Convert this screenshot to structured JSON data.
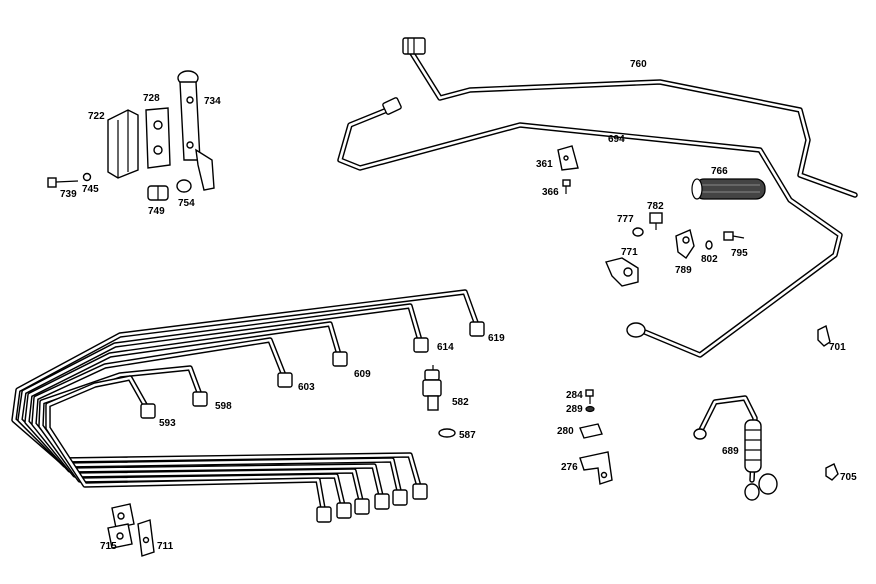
{
  "parts": [
    {
      "id": "p760",
      "label": "760"
    },
    {
      "id": "p694",
      "label": "694"
    },
    {
      "id": "p722",
      "label": "722"
    },
    {
      "id": "p728",
      "label": "728"
    },
    {
      "id": "p734",
      "label": "734"
    },
    {
      "id": "p739",
      "label": "739"
    },
    {
      "id": "p745",
      "label": "745"
    },
    {
      "id": "p749",
      "label": "749"
    },
    {
      "id": "p754",
      "label": "754"
    },
    {
      "id": "p361",
      "label": "361"
    },
    {
      "id": "p366",
      "label": "366"
    },
    {
      "id": "p766",
      "label": "766"
    },
    {
      "id": "p777",
      "label": "777"
    },
    {
      "id": "p782",
      "label": "782"
    },
    {
      "id": "p771",
      "label": "771"
    },
    {
      "id": "p789",
      "label": "789"
    },
    {
      "id": "p802",
      "label": "802"
    },
    {
      "id": "p795",
      "label": "795"
    },
    {
      "id": "p614",
      "label": "614"
    },
    {
      "id": "p619",
      "label": "619"
    },
    {
      "id": "p603",
      "label": "603"
    },
    {
      "id": "p609",
      "label": "609"
    },
    {
      "id": "p593",
      "label": "593"
    },
    {
      "id": "p598",
      "label": "598"
    },
    {
      "id": "p582",
      "label": "582"
    },
    {
      "id": "p587",
      "label": "587"
    },
    {
      "id": "p701",
      "label": "701"
    },
    {
      "id": "p284",
      "label": "284"
    },
    {
      "id": "p289",
      "label": "289"
    },
    {
      "id": "p280",
      "label": "280"
    },
    {
      "id": "p276",
      "label": "276"
    },
    {
      "id": "p689",
      "label": "689"
    },
    {
      "id": "p705",
      "label": "705"
    },
    {
      "id": "p715",
      "label": "715"
    },
    {
      "id": "p711",
      "label": "711"
    }
  ]
}
